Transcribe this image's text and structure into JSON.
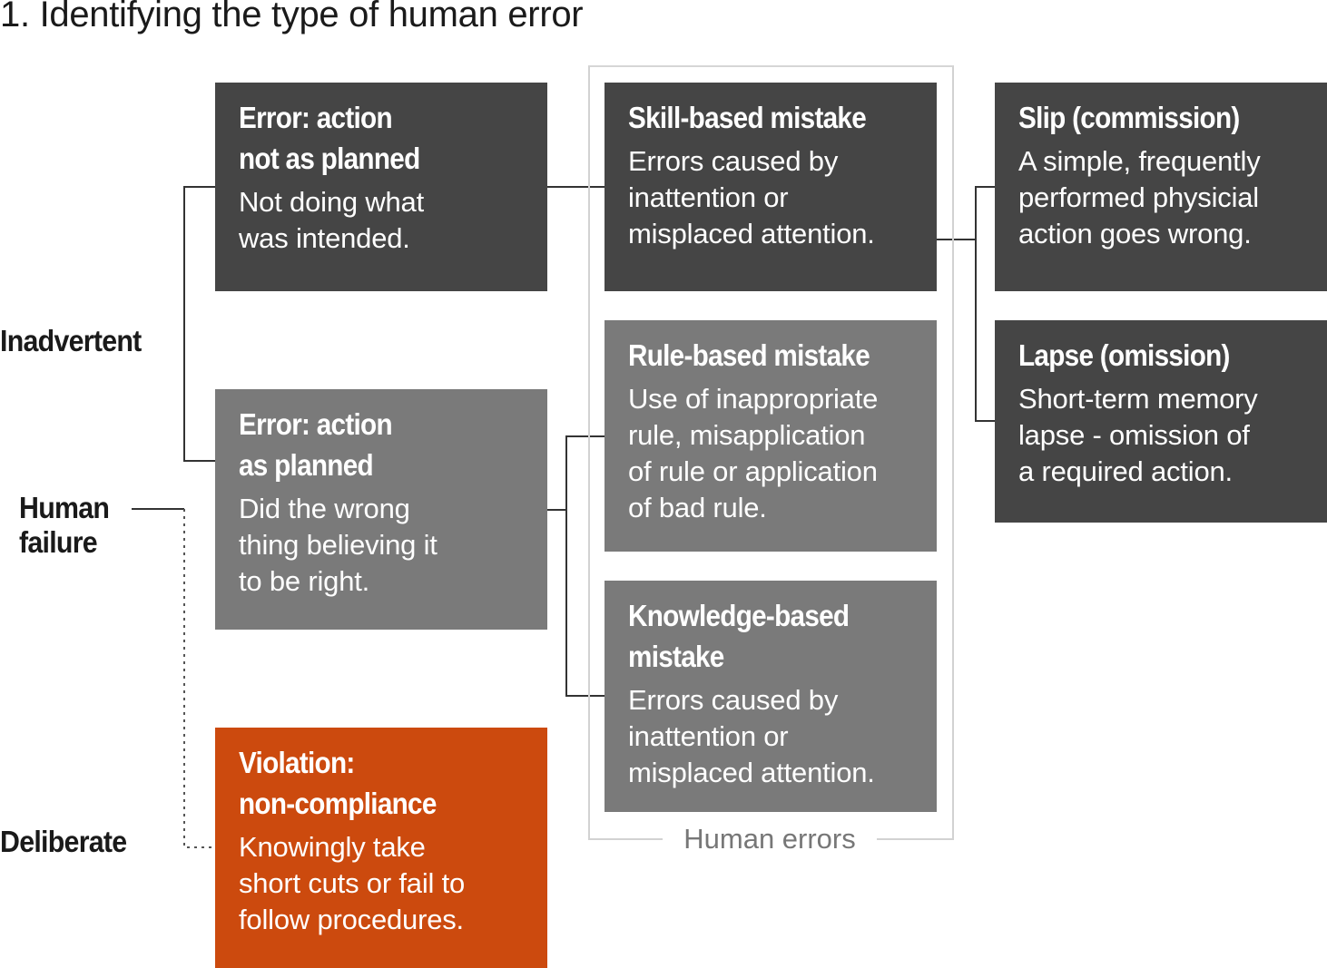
{
  "title": "1. Identifying the type of human error",
  "side_labels": {
    "inadvertent": "Inadvertent",
    "human_failure": "Human\nfailure",
    "deliberate": "Deliberate"
  },
  "boxes": {
    "error_not_planned": {
      "heading": "Error: action\nnot as planned",
      "text": "Not doing what\nwas intended."
    },
    "error_as_planned": {
      "heading": "Error: action\nas planned",
      "text": "Did the wrong\nthing believing it\nto be right."
    },
    "violation": {
      "heading": "Violation:\nnon-compliance",
      "text": "Knowingly take\nshort cuts or fail to\nfollow procedures."
    },
    "skill_based": {
      "heading": "Skill-based mistake",
      "text": "Errors caused by\ninattention or\nmisplaced attention."
    },
    "rule_based": {
      "heading": "Rule-based mistake",
      "text": "Use of inappropriate\nrule, misapplication\nof rule or application\nof bad rule."
    },
    "knowledge_based": {
      "heading": "Knowledge-based\nmistake",
      "text": "Errors caused by\ninattention or\nmisplaced attention."
    },
    "slip": {
      "heading": "Slip (commission)",
      "text": "A simple, frequently\nperformed physicial\naction goes wrong."
    },
    "lapse": {
      "heading": "Lapse (omission)",
      "text": "Short-term memory\nlapse - omission of\na required action."
    }
  },
  "group_label": "Human errors",
  "colors": {
    "dark_box": "#454545",
    "mid_box": "#7a7a7a",
    "violation_box": "#cc4a0e",
    "connector": "#333333",
    "group_frame": "#d2d2d2"
  }
}
